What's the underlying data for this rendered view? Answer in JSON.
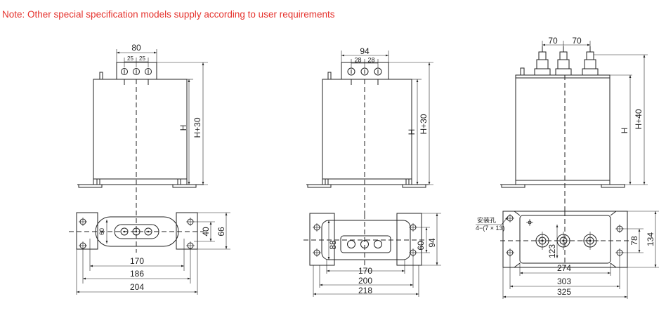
{
  "note": "Note: Other special specification models supply according to user requirements",
  "colors": {
    "note": "#e5322d",
    "line": "#222222"
  },
  "views": [
    {
      "top_width": "80",
      "terminal_spacing": [
        "25",
        "25"
      ],
      "height": "H",
      "height_plus": "H+30",
      "mount_slot": "60",
      "mount_inner": "40",
      "mount_outer": "66",
      "widths": [
        "170",
        "186",
        "204"
      ]
    },
    {
      "top_width": "94",
      "terminal_spacing": [
        "28",
        "28"
      ],
      "height": "H",
      "height_plus": "H+30",
      "mount_inner_left": "88",
      "mount_inner": "60",
      "mount_outer": "94",
      "widths": [
        "170",
        "200",
        "218"
      ]
    },
    {
      "terminal_spacing": [
        "70",
        "70"
      ],
      "height": "H",
      "height_plus": "H+40",
      "hole_label": "安装孔",
      "hole_spec": "4−(7 × 13)",
      "mount_center": "123",
      "mount_inner": "78",
      "mount_outer": "134",
      "widths": [
        "274",
        "303",
        "325"
      ]
    }
  ]
}
